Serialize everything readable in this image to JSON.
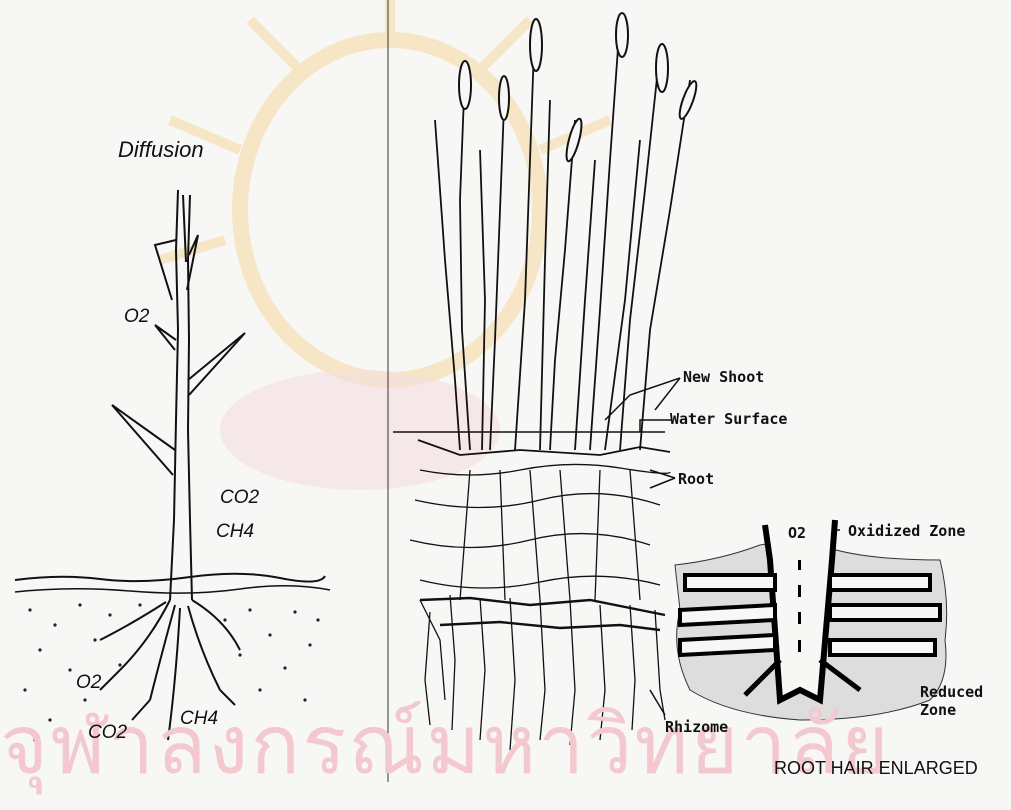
{
  "watermark": {
    "text": "จุฬาลงกรณ์มหาวิทยาลัย",
    "colors": {
      "emblem": "#f6d9a0",
      "text": "#f3c9cf"
    }
  },
  "left_panel": {
    "title": "Diffusion",
    "labels": {
      "o2_stem": "O2",
      "co2_stem": "CO2",
      "ch4_stem": "CH4",
      "o2_soil": "O2",
      "co2_soil": "CO2",
      "ch4_soil": "CH4"
    }
  },
  "right_panel": {
    "labels": {
      "new_shoot": "New Shoot",
      "water_surface": "Water Surface",
      "root": "Root",
      "rhizome": "Rhizome",
      "o2_root_hair": "O2",
      "oxidized_zone": "Oxidized Zone",
      "reduced_zone": "Reduced Zone"
    },
    "caption": "ROOT HAIR ENLARGED"
  }
}
